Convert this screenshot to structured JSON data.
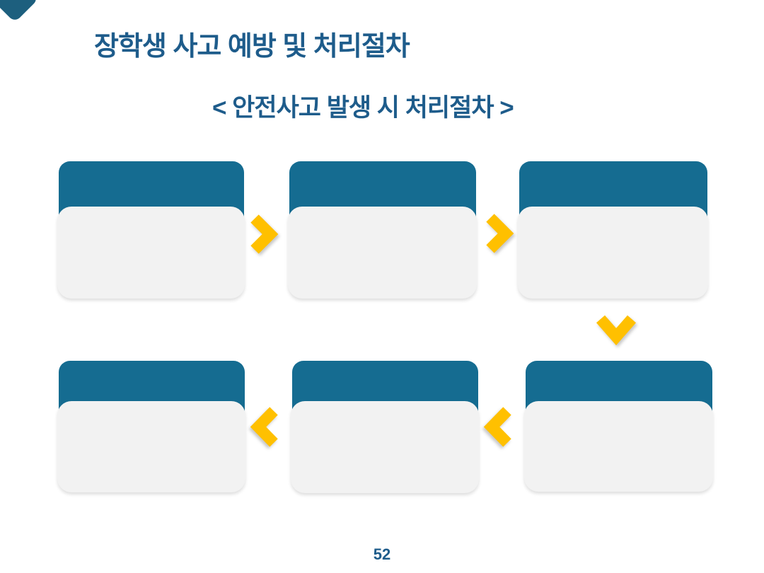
{
  "slide": {
    "title": "장학생 사고 예방 및 처리절차",
    "subtitle": "< 안전사고 발생 시 처리절차 >",
    "page_number": "52"
  },
  "process_flow": {
    "cards": [
      {
        "header_text": "",
        "body_text": ""
      },
      {
        "header_text": "",
        "body_text": ""
      },
      {
        "header_text": "",
        "body_text": ""
      },
      {
        "header_text": "",
        "body_text": ""
      },
      {
        "header_text": "",
        "body_text": ""
      },
      {
        "header_text": "",
        "body_text": ""
      }
    ],
    "arrows": [
      {
        "direction": "right"
      },
      {
        "direction": "right"
      },
      {
        "direction": "down"
      },
      {
        "direction": "left"
      },
      {
        "direction": "left"
      }
    ]
  },
  "colors": {
    "title_blue": "#1E5C8B",
    "card_header_teal": "#156C91",
    "card_body_gray": "#F2F2F2",
    "arrow_yellow": "#FFC000",
    "corner_decoration": "#1D5F7E"
  }
}
